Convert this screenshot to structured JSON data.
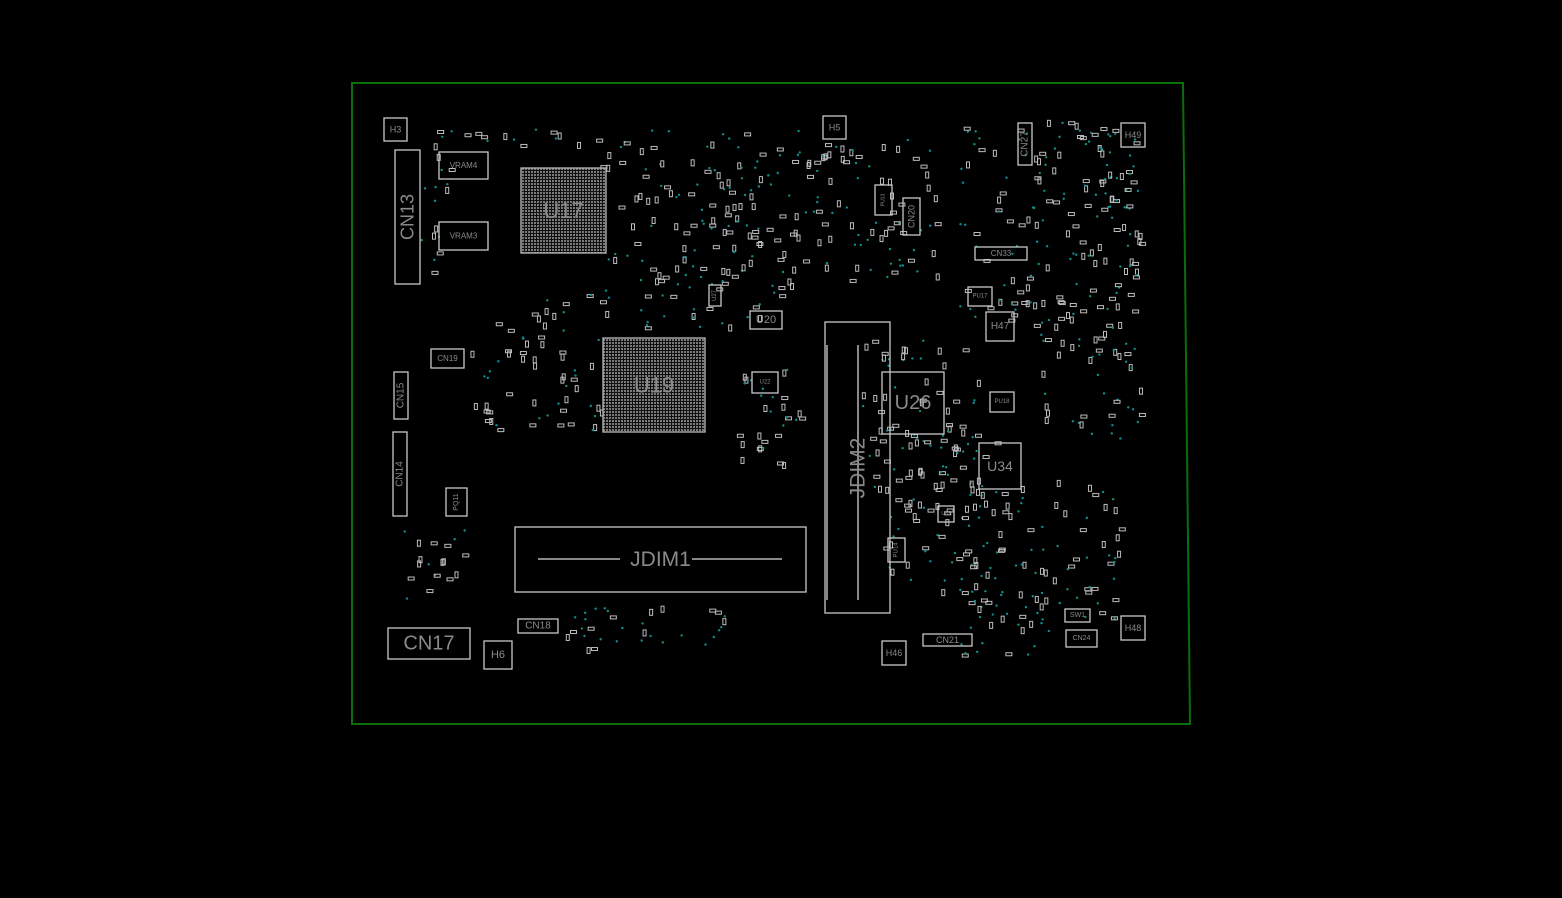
{
  "board": {
    "outline_color": "#0a6e0a",
    "background_color": "#000000",
    "part_color": "#c8c8c8",
    "via_color": "#0f8f8f"
  },
  "components": {
    "H3": "H3",
    "CN13": "CN13",
    "VRAM4": "VRAM4",
    "VRAM3": "VRAM3",
    "U17": "U17",
    "U19": "U19",
    "U20": "U20",
    "U22": "U22",
    "U27": "U27",
    "CN19": "CN19",
    "CN15": "CN15",
    "CN14": "CN14",
    "PQ11": "PQ11",
    "JDIM1": "JDIM1",
    "JDIM2": "JDIM2",
    "U26": "U26",
    "U34": "U34",
    "CN20": "CN20",
    "PU13": "PU13",
    "H5": "H5",
    "CN27": "CN27",
    "H49": "H49",
    "CN33": "CN33",
    "PU17": "PU17",
    "H47": "H47",
    "PU18": "PU18",
    "U83": "U83",
    "PU14": "PU14",
    "CN18": "CN18",
    "CN17": "CN17",
    "H6": "H6",
    "H46": "H46",
    "CN21": "CN21",
    "SW1": "SW1",
    "CN24": "CN24",
    "H48": "H48"
  }
}
